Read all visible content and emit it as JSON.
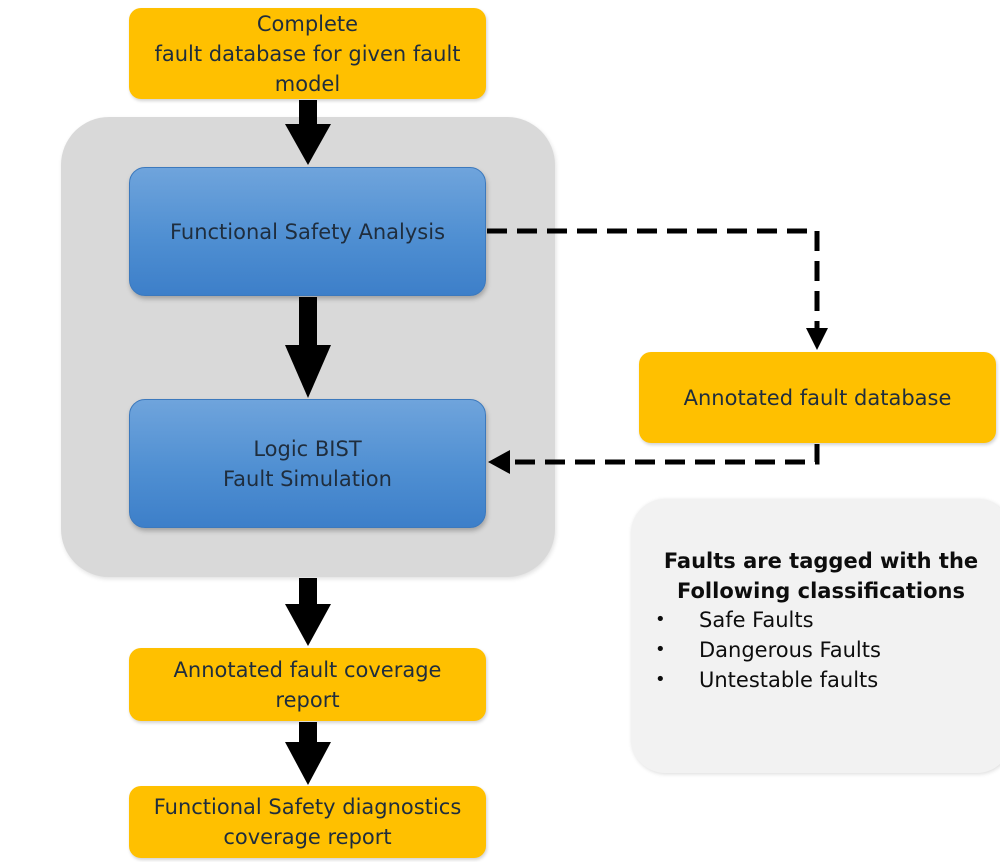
{
  "nodes": {
    "fault_db": "Complete\nfault database for given fault\nmodel",
    "fsa": "Functional Safety Analysis",
    "lbist": "Logic BIST\nFault Simulation",
    "annotated_db": "Annotated fault database",
    "coverage_report": "Annotated fault coverage\nreport",
    "diagnostics_report": "Functional Safety diagnostics\ncoverage report"
  },
  "legend": {
    "title": "Faults are tagged with the\nFollowing classifications",
    "items": [
      {
        "bullet": "•",
        "label": "Safe Faults"
      },
      {
        "bullet": "•",
        "label": "Dangerous Faults"
      },
      {
        "bullet": "•",
        "label": "Untestable faults"
      }
    ]
  },
  "colors": {
    "process_box": "#ffc000",
    "analysis_box": "#4f8fd2",
    "group_background": "#d9d9d9",
    "legend_background": "#f2f2f2",
    "arrow": "#000000"
  }
}
